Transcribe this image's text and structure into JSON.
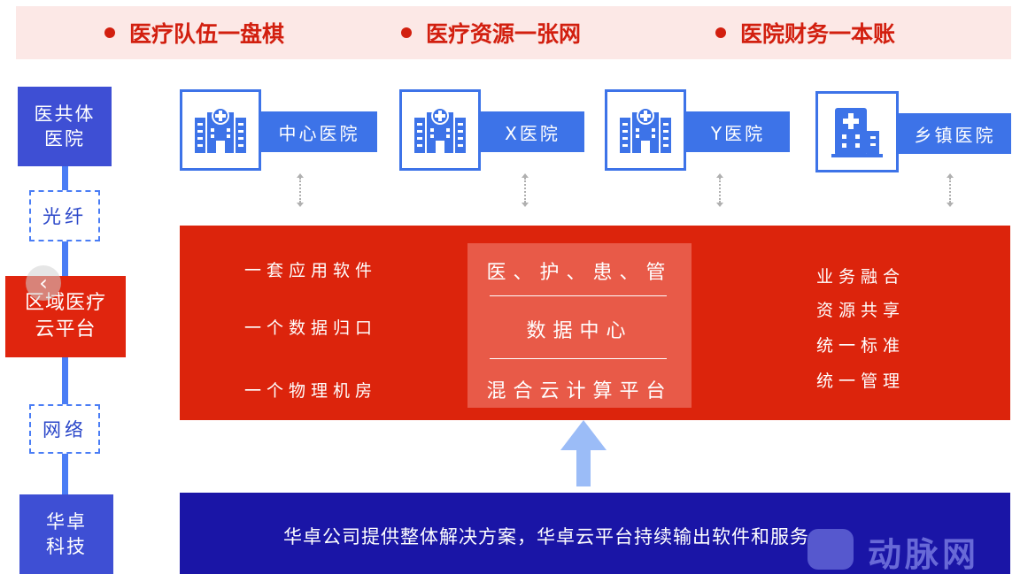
{
  "banner": {
    "items": [
      "医疗队伍一盘棋",
      "医疗资源一张网",
      "医院财务一本账"
    ]
  },
  "left_column": {
    "top_box": "医共体\n医院",
    "link1": "光纤",
    "middle_box": "区域医疗\n云平台",
    "link2": "网络",
    "bottom_box": "华卓\n科技",
    "tab_arrow": "‹"
  },
  "hospitals": [
    {
      "label": "中心医院",
      "icon": "hospital-building-icon"
    },
    {
      "label": "X医院",
      "icon": "hospital-building-icon"
    },
    {
      "label": "Y医院",
      "icon": "hospital-building-icon"
    },
    {
      "label": "乡镇医院",
      "icon": "clinic-building-icon"
    }
  ],
  "platform": {
    "left_items": [
      "一套应用软件",
      "一个数据归口",
      "一个物理机房"
    ],
    "center": {
      "top": "医、护、患、管",
      "middle": "数据中心",
      "bottom": "混合云计算平台"
    },
    "right_items": [
      "业务融合",
      "资源共享",
      "统一标准",
      "统一管理"
    ]
  },
  "bottom_bar": {
    "text": "华卓公司提供整体解决方案，华卓云平台持续输出软件和服务"
  },
  "watermark": {
    "text": "动脉网"
  },
  "colors": {
    "banner_bg": "#fce8e6",
    "accent_red": "#dc240c",
    "accent_blue": "#3d73e8",
    "deep_blue": "#1a15a6",
    "indigo": "#3e4fd4"
  }
}
